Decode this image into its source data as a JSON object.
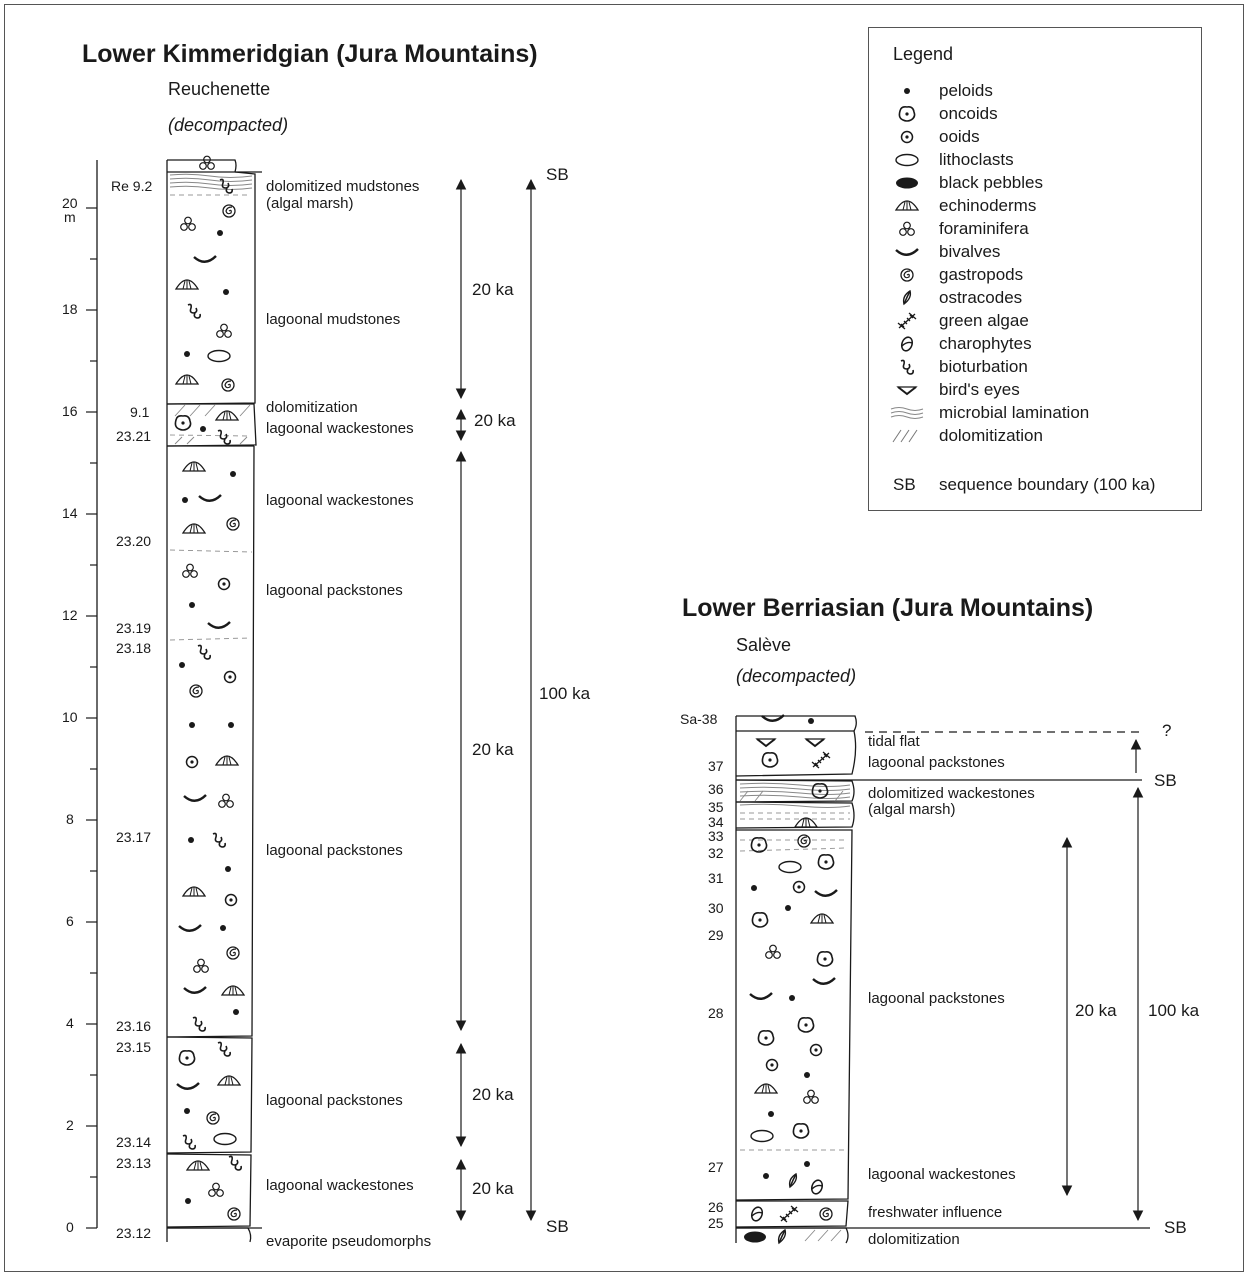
{
  "left": {
    "title": "Lower Kimmeridgian (Jura Mountains)",
    "site": "Reuchenette",
    "note": "(decompacted)",
    "scale_ticks": [
      "0",
      "2",
      "4",
      "6",
      "8",
      "10",
      "12",
      "14",
      "16",
      "18",
      "20"
    ],
    "scale_unit": "m",
    "samples": [
      "Re 9.2",
      "9.1",
      "23.21",
      "23.20",
      "23.19",
      "23.18",
      "23.17",
      "23.16",
      "23.15",
      "23.14",
      "23.13",
      "23.12"
    ],
    "facies": [
      "dolomitized mudstones",
      "(algal marsh)",
      "lagoonal mudstones",
      "dolomitization",
      "lagoonal wackestones",
      "lagoonal wackestones",
      "lagoonal packstones",
      "lagoonal packstones",
      "lagoonal packstones",
      "lagoonal wackestones",
      "evaporite pseudomorphs"
    ],
    "cycles": [
      "20 ka",
      "20 ka",
      "20 ka",
      "20 ka",
      "20 ka"
    ],
    "big_cycle": "100 ka",
    "sb_labels": [
      "SB",
      "SB"
    ]
  },
  "right": {
    "title": "Lower Berriasian (Jura Mountains)",
    "site": "Salève",
    "note": "(decompacted)",
    "samples": [
      "Sa-38",
      "37",
      "36",
      "35",
      "34",
      "33",
      "32",
      "31",
      "30",
      "29",
      "28",
      "27",
      "26",
      "25"
    ],
    "facies": [
      "tidal flat",
      "lagoonal packstones",
      "dolomitized wackestones",
      "(algal marsh)",
      "lagoonal packstones",
      "lagoonal wackestones",
      "freshwater influence",
      "dolomitization"
    ],
    "cycle": "20 ka",
    "big_cycle": "100 ka",
    "question": "?",
    "sb_labels": [
      "SB",
      "SB"
    ]
  },
  "legend": {
    "title": "Legend",
    "items": [
      {
        "icon": "peloid-icon",
        "label": "peloids"
      },
      {
        "icon": "oncoid-icon",
        "label": "oncoids"
      },
      {
        "icon": "ooid-icon",
        "label": "ooids"
      },
      {
        "icon": "lithoclast-icon",
        "label": "lithoclasts"
      },
      {
        "icon": "black-pebble-icon",
        "label": "black pebbles"
      },
      {
        "icon": "echinoderm-icon",
        "label": "echinoderms"
      },
      {
        "icon": "foraminifera-icon",
        "label": "foraminifera"
      },
      {
        "icon": "bivalve-icon",
        "label": "bivalves"
      },
      {
        "icon": "gastropod-icon",
        "label": "gastropods"
      },
      {
        "icon": "ostracode-icon",
        "label": "ostracodes"
      },
      {
        "icon": "green-algae-icon",
        "label": "green algae"
      },
      {
        "icon": "charophyte-icon",
        "label": "charophytes"
      },
      {
        "icon": "bioturbation-icon",
        "label": "bioturbation"
      },
      {
        "icon": "birds-eye-icon",
        "label": "bird's eyes"
      },
      {
        "icon": "microbial-lamination-icon",
        "label": "microbial lamination"
      },
      {
        "icon": "dolomitization-icon",
        "label": "dolomitization"
      }
    ],
    "sb_key": "SB",
    "sb_label": "sequence boundary (100 ka)"
  }
}
